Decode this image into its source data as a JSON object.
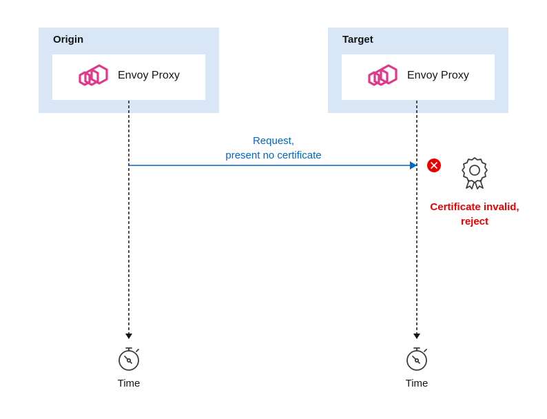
{
  "origin": {
    "title": "Origin",
    "component": "Envoy Proxy",
    "time_label": "Time"
  },
  "target": {
    "title": "Target",
    "component": "Envoy Proxy",
    "time_label": "Time"
  },
  "message": {
    "line1": "Request,",
    "line2": "present no certificate"
  },
  "result": {
    "line1": "Certificate invalid,",
    "line2": "reject"
  },
  "colors": {
    "panel": "#d8e6f5",
    "message": "#0066cc",
    "error": "#ee0000",
    "logo": "#e0398c",
    "lifeline": "#151515"
  },
  "icons": [
    "envoy-logo-icon",
    "error-x-icon",
    "certificate-icon",
    "stopwatch-icon"
  ]
}
